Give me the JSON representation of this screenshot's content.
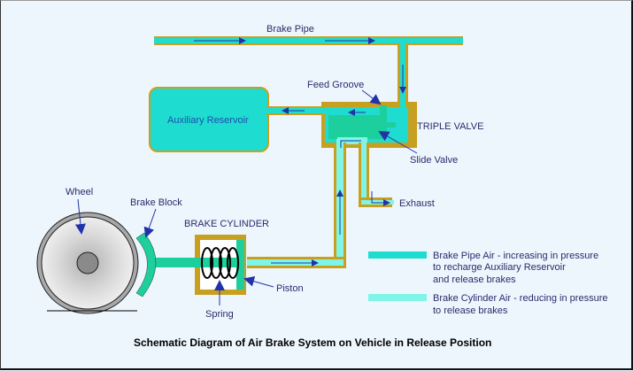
{
  "title": "Schematic Diagram of Air Brake System on Vehicle in Release Position",
  "labels": {
    "brake_pipe": "Brake Pipe",
    "feed_groove": "Feed Groove",
    "auxiliary_reservoir": "Auxiliary Reservoir",
    "triple_valve": "TRIPLE VALVE",
    "slide_valve": "Slide Valve",
    "exhaust": "Exhaust",
    "wheel": "Wheel",
    "brake_block": "Brake Block",
    "brake_cylinder": "BRAKE CYLINDER",
    "piston": "Piston",
    "spring": "Spring"
  },
  "legend": [
    {
      "color": "#1edcd0",
      "lines": [
        "Brake Pipe Air - increasing in pressure",
        "to recharge Auxiliary Reservoir",
        "and release brakes"
      ]
    },
    {
      "color": "#7ff5e8",
      "lines": [
        "Brake Cylinder Air - reducing in pressure",
        "to release brakes"
      ]
    }
  ],
  "colors": {
    "background": "#eef6fd",
    "pipe_wall": "#c8a020",
    "brake_pipe_air": "#1edcd0",
    "brake_cylinder_air": "#7ff5e8",
    "slide_valve": "#1ccf9c",
    "arrow": "#2233aa"
  }
}
